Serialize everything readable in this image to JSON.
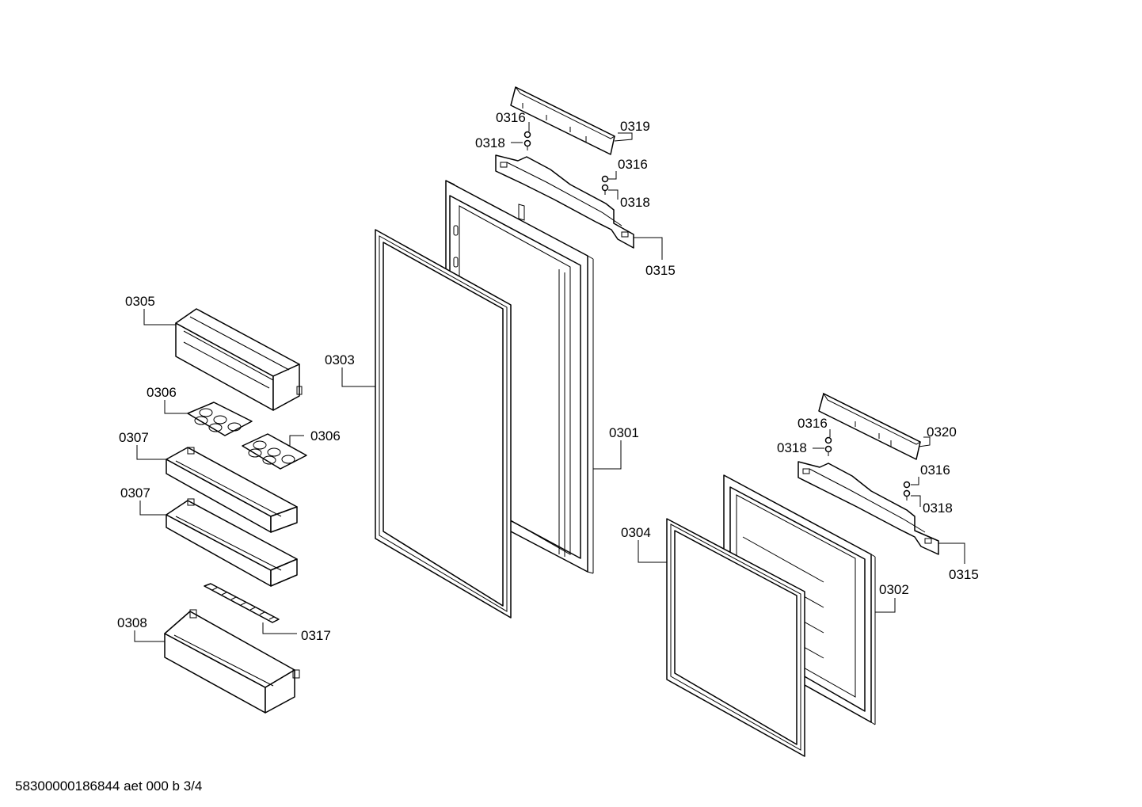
{
  "footer": "58300000186844 aet 000 b 3/4",
  "labels": {
    "p0301": "0301",
    "p0302": "0302",
    "p0303": "0303",
    "p0304": "0304",
    "p0305": "0305",
    "p0306a": "0306",
    "p0306b": "0306",
    "p0307a": "0307",
    "p0307b": "0307",
    "p0308": "0308",
    "p0315a": "0315",
    "p0315b": "0315",
    "p0316a": "0316",
    "p0316b": "0316",
    "p0316c": "0316",
    "p0316d": "0316",
    "p0317": "0317",
    "p0318a": "0318",
    "p0318b": "0318",
    "p0318c": "0318",
    "p0318d": "0318",
    "p0319": "0319",
    "p0320": "0320"
  }
}
